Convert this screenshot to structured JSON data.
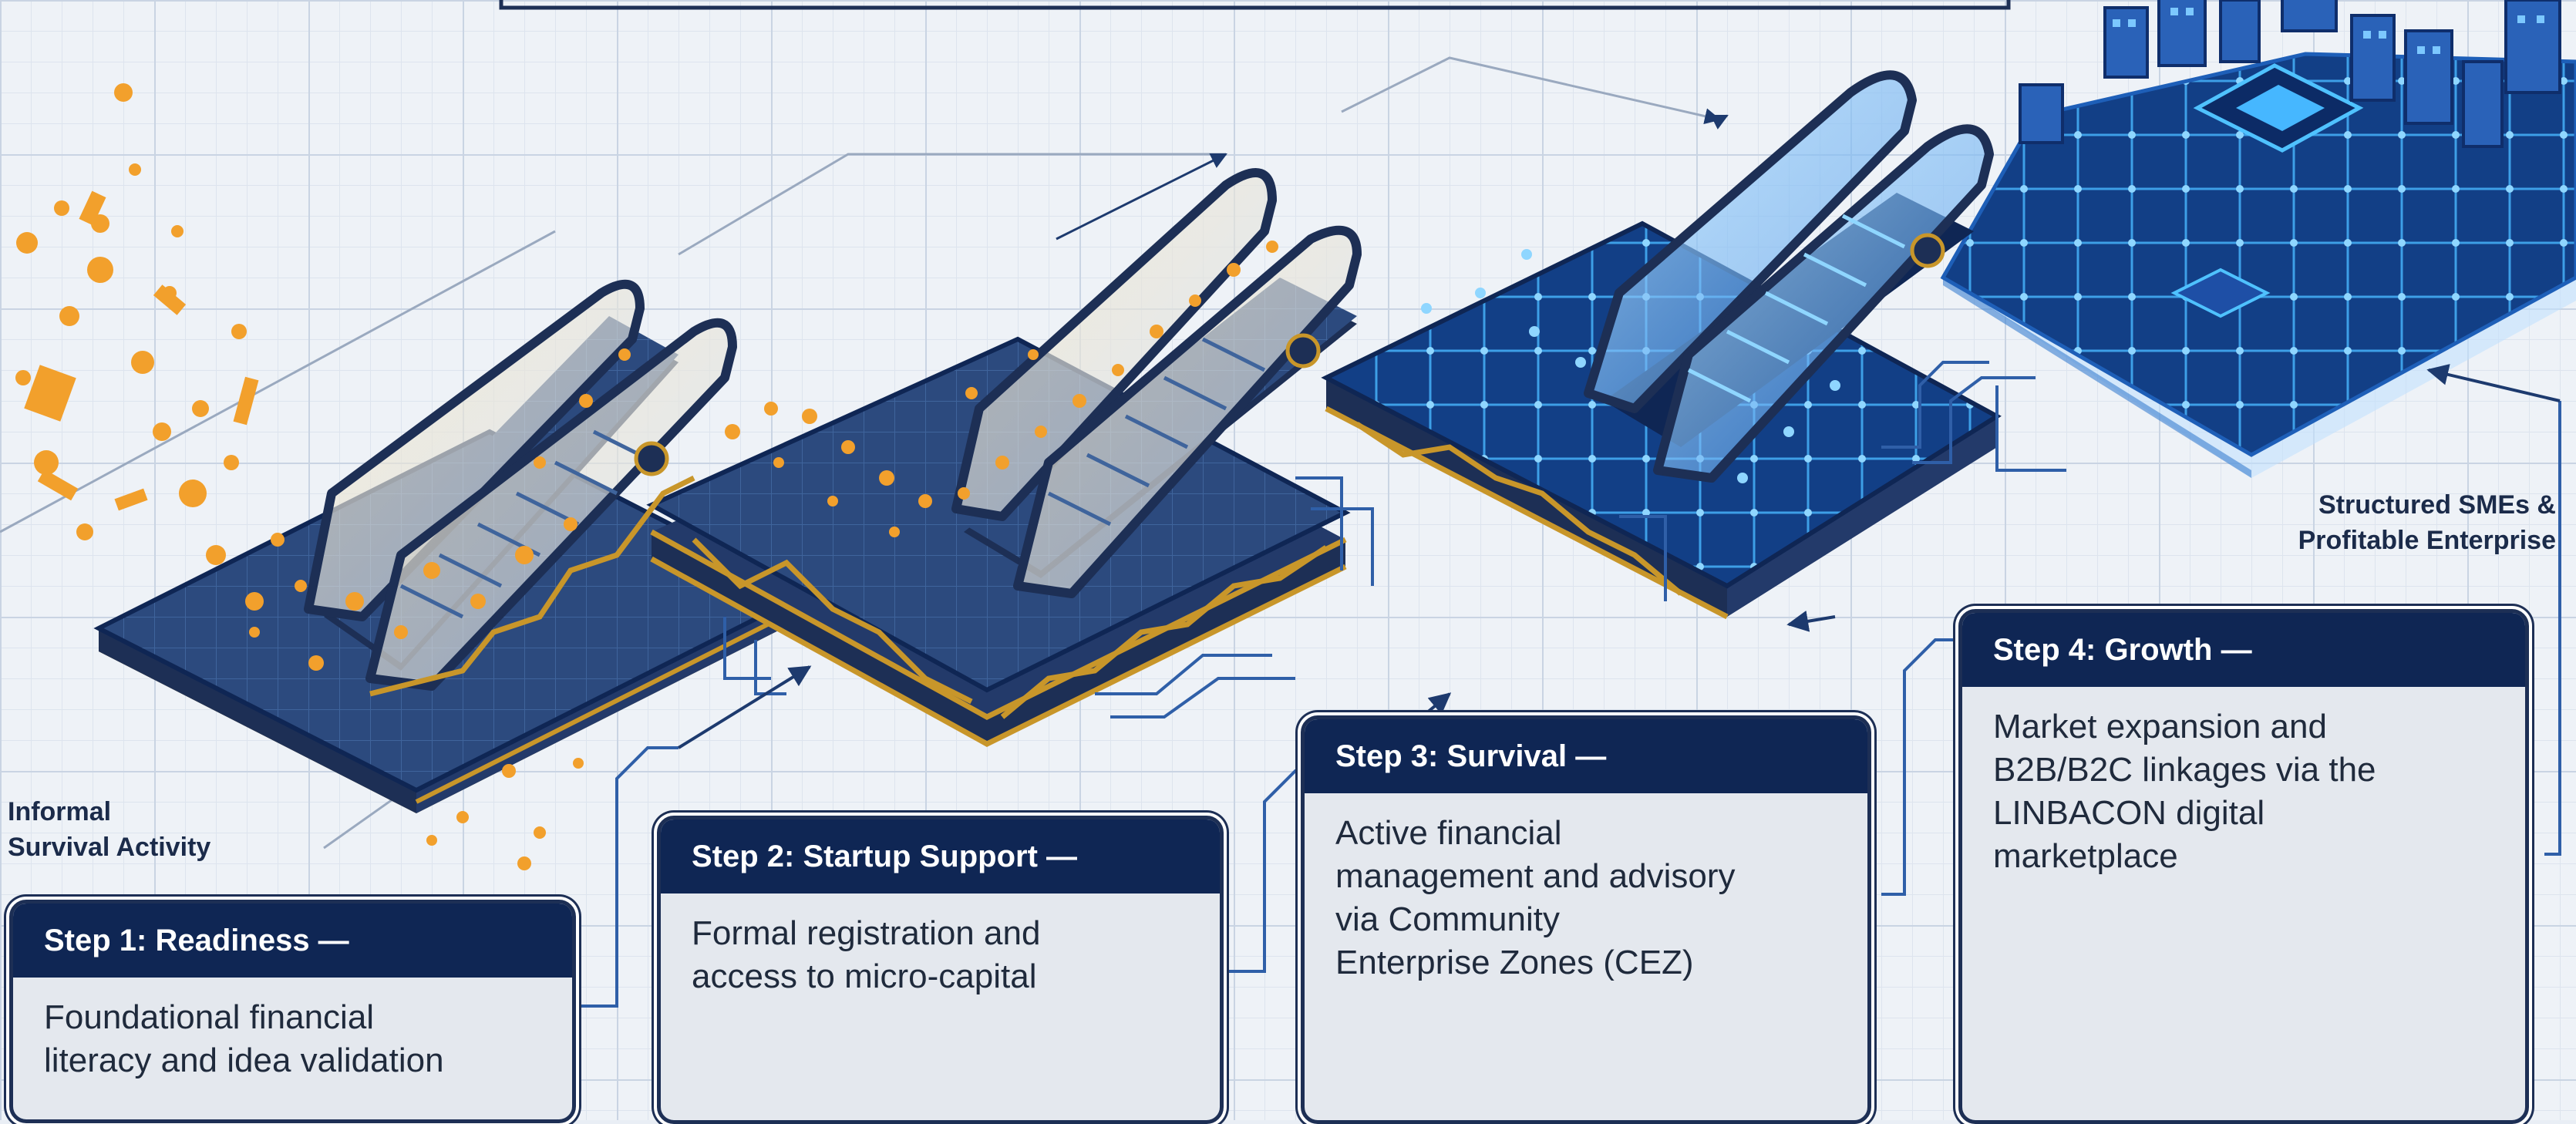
{
  "labels": {
    "start": [
      "Informal",
      "Survival Activity"
    ],
    "end": [
      "Structured SMEs &",
      "Profitable Enterprise"
    ]
  },
  "steps": [
    {
      "title": "Step 1: Readiness —",
      "lines": [
        "Foundational financial",
        "literacy and idea validation"
      ]
    },
    {
      "title": "Step 2: Startup Support —",
      "lines": [
        "Formal registration and",
        "access to micro-capital"
      ]
    },
    {
      "title": "Step 3: Survival —",
      "lines": [
        "Active financial",
        "management and advisory",
        "via Community",
        "Enterprise Zones (CEZ)"
      ]
    },
    {
      "title": "Step 4: Growth —",
      "lines": [
        "Market expansion and",
        "B2B/B2C linkages via the",
        "LINBACON digital",
        "marketplace"
      ]
    }
  ],
  "colors": {
    "navy": "#0f2654",
    "platform": "#2c4a7e",
    "gold": "#c8962a",
    "orange": "#f2a02c",
    "cyan": "#3ab0ff",
    "card_bg": "#e4e8ee"
  }
}
